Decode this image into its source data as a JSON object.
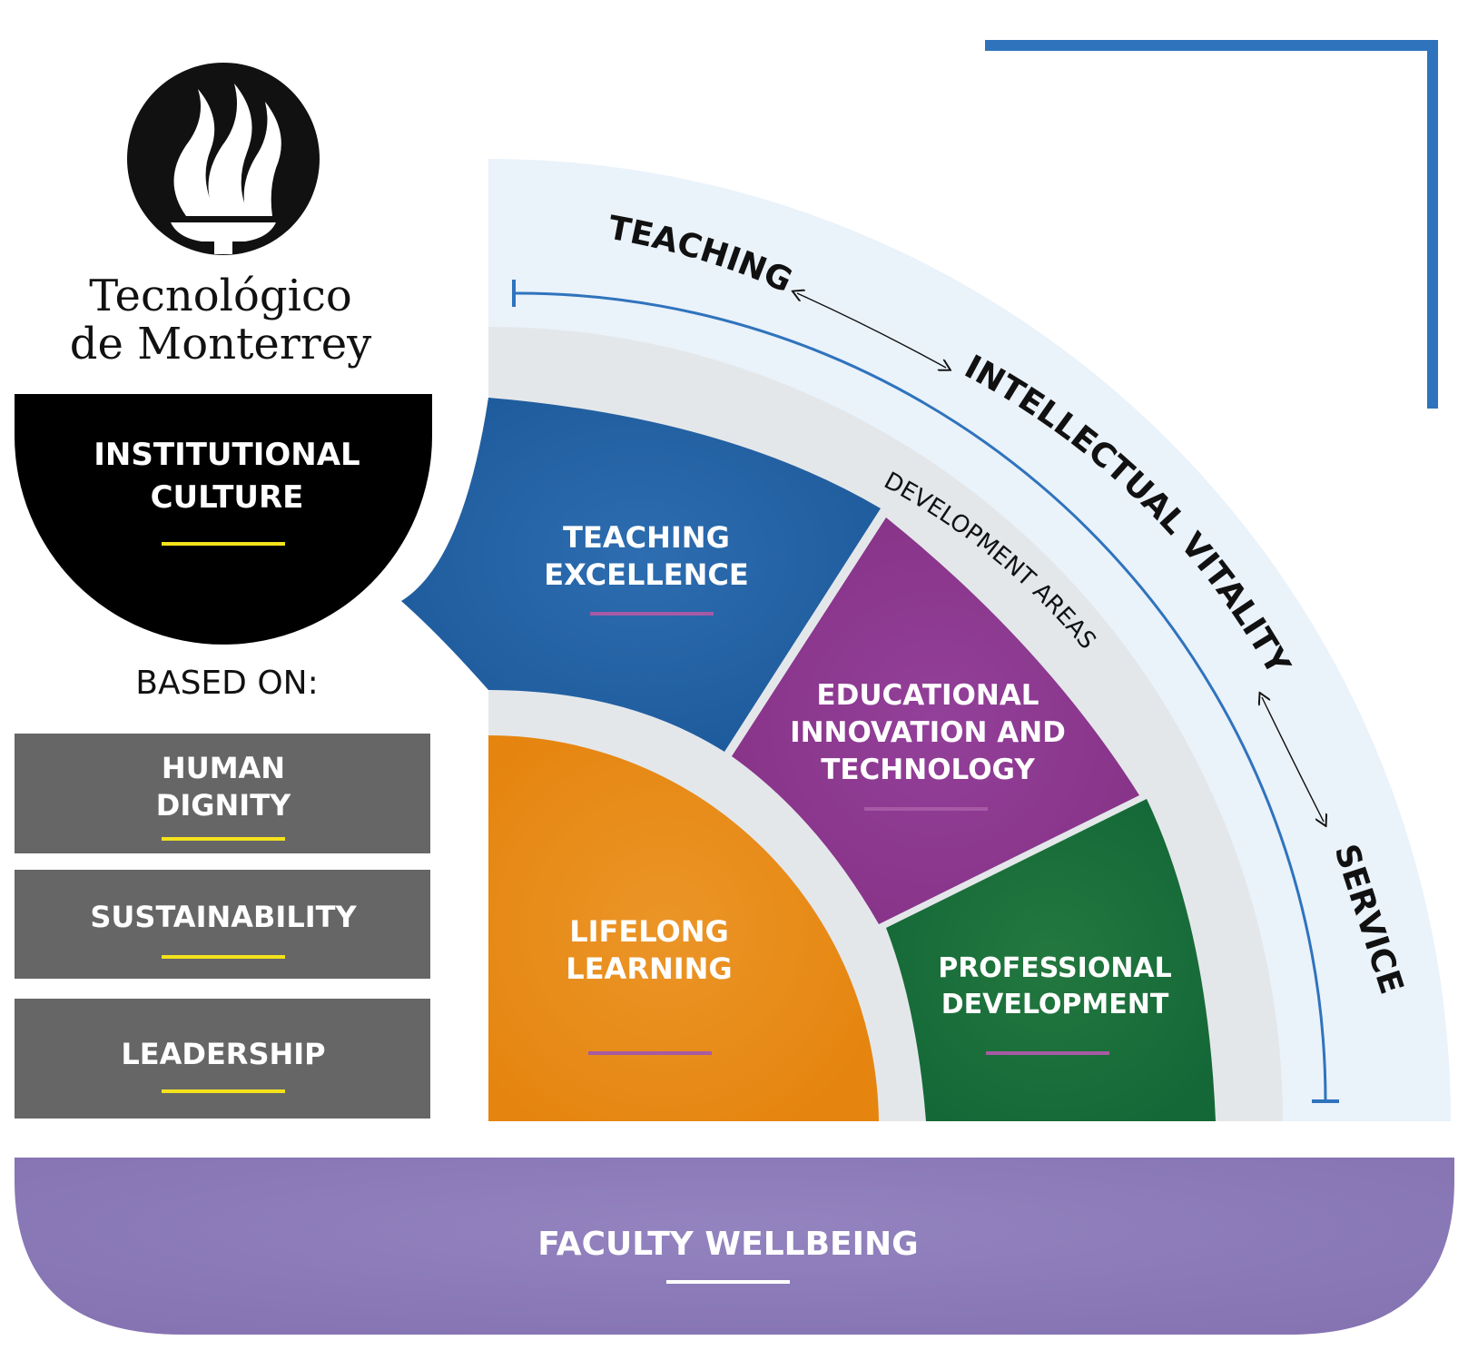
{
  "logo": {
    "line1": "Tecnológico",
    "line2": "de Monterrey"
  },
  "left": {
    "culture_line1": "INSTITUTIONAL",
    "culture_line2": "CULTURE",
    "based_on": "BASED ON:",
    "values": [
      {
        "line1": "HUMAN",
        "line2": "DIGNITY"
      },
      {
        "line1": "SUSTAINABILITY",
        "line2": ""
      },
      {
        "line1": "LEADERSHIP",
        "line2": ""
      }
    ]
  },
  "arc": {
    "teaching": "TEACHING",
    "intellectual_vitality": "INTELLECTUAL VITALITY",
    "service": "SERVICE",
    "development_areas": "DEVELOPMENT AREAS"
  },
  "areas": {
    "teaching_excellence": {
      "line1": "TEACHING",
      "line2": "EXCELLENCE"
    },
    "educational_innovation": {
      "line1": "EDUCATIONAL",
      "line2": "INNOVATION AND",
      "line3": "TECHNOLOGY"
    },
    "lifelong_learning": {
      "line1": "LIFELONG",
      "line2": "LEARNING"
    },
    "professional_development": {
      "line1": "PROFESSIONAL",
      "line2": "DEVELOPMENT"
    }
  },
  "footer": {
    "label": "FACULTY WELLBEING"
  },
  "colors": {
    "blue": "#1f5d9f",
    "purple": "#8a3388",
    "orange": "#e88a17",
    "green": "#176b3c",
    "gray_box": "#666666",
    "lavender": "#8776b4",
    "accent_yellow": "#f4e21c",
    "accent_purple": "#a75aa5",
    "line_blue": "#2f73bd"
  }
}
